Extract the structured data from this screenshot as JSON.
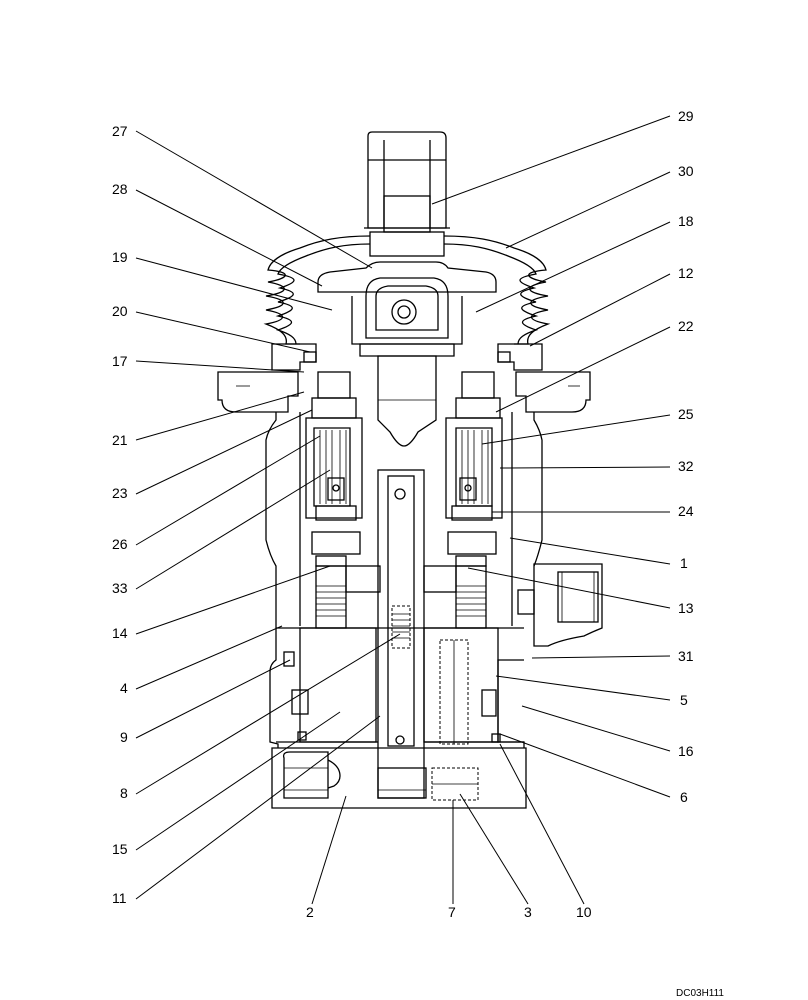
{
  "drawing_code": "DC03H111",
  "callouts": [
    "27",
    "28",
    "19",
    "20",
    "17",
    "21",
    "23",
    "26",
    "33",
    "14",
    "4",
    "9",
    "8",
    "15",
    "11",
    "2",
    "7",
    "3",
    "10",
    "29",
    "30",
    "18",
    "12",
    "22",
    "25",
    "32",
    "24",
    "1",
    "13",
    "31",
    "5",
    "16",
    "6"
  ]
}
